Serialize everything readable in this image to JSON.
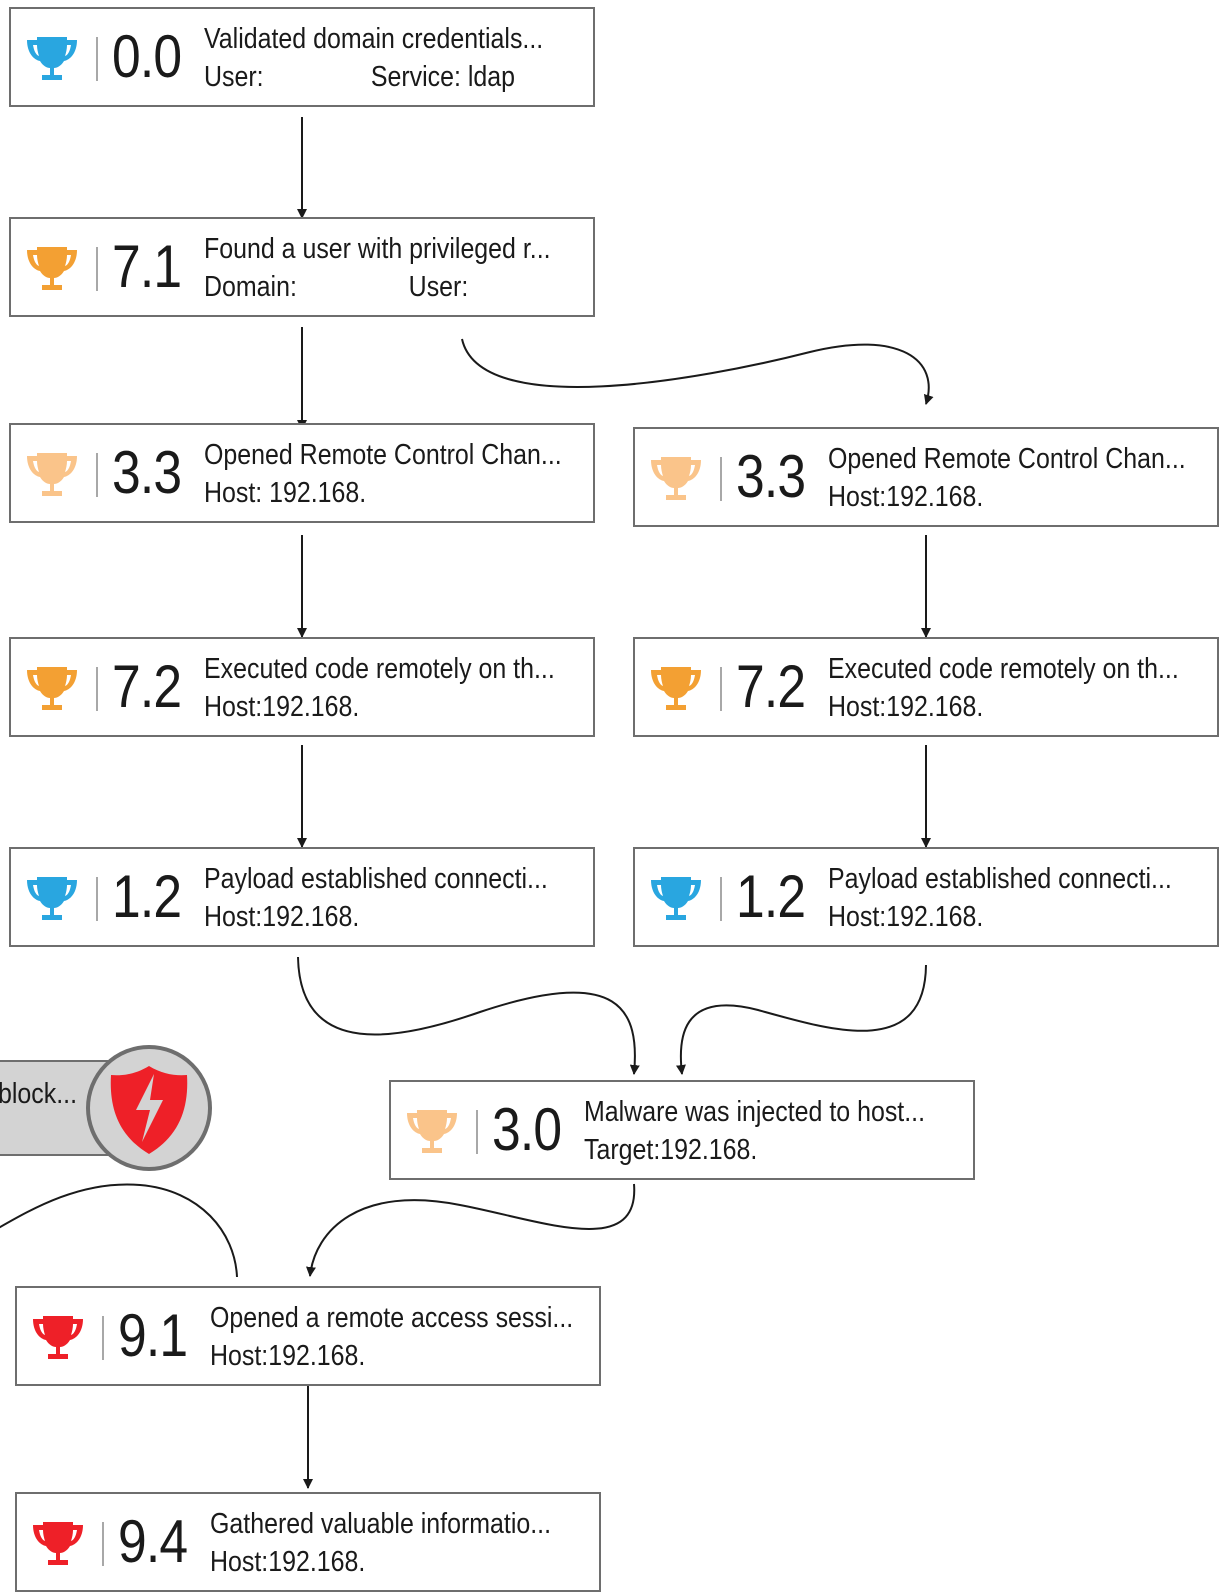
{
  "colors": {
    "trophy_blue": "#29a6e0",
    "trophy_orange": "#f3a033",
    "trophy_light_orange": "#fac48a",
    "trophy_red": "#ee2028",
    "shield_red": "#ee2028"
  },
  "nodes": [
    {
      "score": "0.0",
      "title": "Validated domain credentials...",
      "field1": "User:",
      "field2": "Service: ldap",
      "trophy_color": "trophy_blue",
      "icon": "trophy-icon"
    },
    {
      "score": "7.1",
      "title": "Found a user with privileged r...",
      "field1": "Domain:",
      "field2": "User:",
      "trophy_color": "trophy_orange",
      "icon": "trophy-icon"
    },
    {
      "score": "3.3",
      "title": "Opened Remote Control Chan...",
      "field1": "Host: 192.168.",
      "trophy_color": "trophy_light_orange",
      "icon": "trophy-icon"
    },
    {
      "score": "3.3",
      "title": "Opened Remote Control Chan...",
      "field1": "Host:192.168.",
      "trophy_color": "trophy_light_orange",
      "icon": "trophy-icon"
    },
    {
      "score": "7.2",
      "title": "Executed code remotely on th...",
      "field1": "Host:192.168.",
      "trophy_color": "trophy_orange",
      "icon": "trophy-icon"
    },
    {
      "score": "7.2",
      "title": "Executed code remotely on th...",
      "field1": "Host:192.168.",
      "trophy_color": "trophy_orange",
      "icon": "trophy-icon"
    },
    {
      "score": "1.2",
      "title": "Payload established connecti...",
      "field1": "Host:192.168.",
      "trophy_color": "trophy_blue",
      "icon": "trophy-icon"
    },
    {
      "score": "1.2",
      "title": "Payload established connecti...",
      "field1": "Host:192.168.",
      "trophy_color": "trophy_blue",
      "icon": "trophy-icon"
    },
    {
      "score": "3.0",
      "title": "Malware was injected to host...",
      "field1": "Target:192.168.",
      "trophy_color": "trophy_light_orange",
      "icon": "trophy-icon"
    },
    {
      "score": "9.1",
      "title": "Opened a remote access sessi...",
      "field1": "Host:192.168.",
      "trophy_color": "trophy_red",
      "icon": "trophy-icon"
    },
    {
      "score": "9.4",
      "title": "Gathered valuable informatio...",
      "field1": "Host:192.168.",
      "trophy_color": "trophy_red",
      "icon": "trophy-icon"
    }
  ],
  "blocked_node": {
    "title": "block...",
    "icon": "shield-lightning-icon"
  }
}
